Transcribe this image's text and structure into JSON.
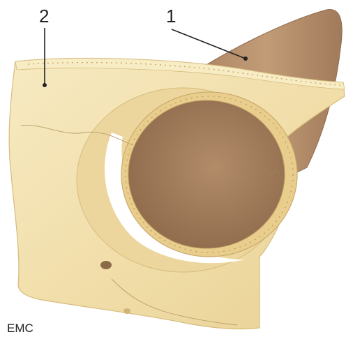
{
  "labels": {
    "label_1": "1",
    "label_2": "2"
  },
  "logo": {
    "text": "EMC"
  },
  "colors": {
    "background": "#ffffff",
    "bone_fill": "#f1deaa",
    "bone_fill_light": "#f8ecc4",
    "bone_edge": "#d8bf82",
    "cone_fill": "#b9936f",
    "cone_dark": "#8e6c4e",
    "hole_fill": "#a47f5e",
    "ring_fill": "#e9cd8c",
    "line_color": "#222222"
  }
}
